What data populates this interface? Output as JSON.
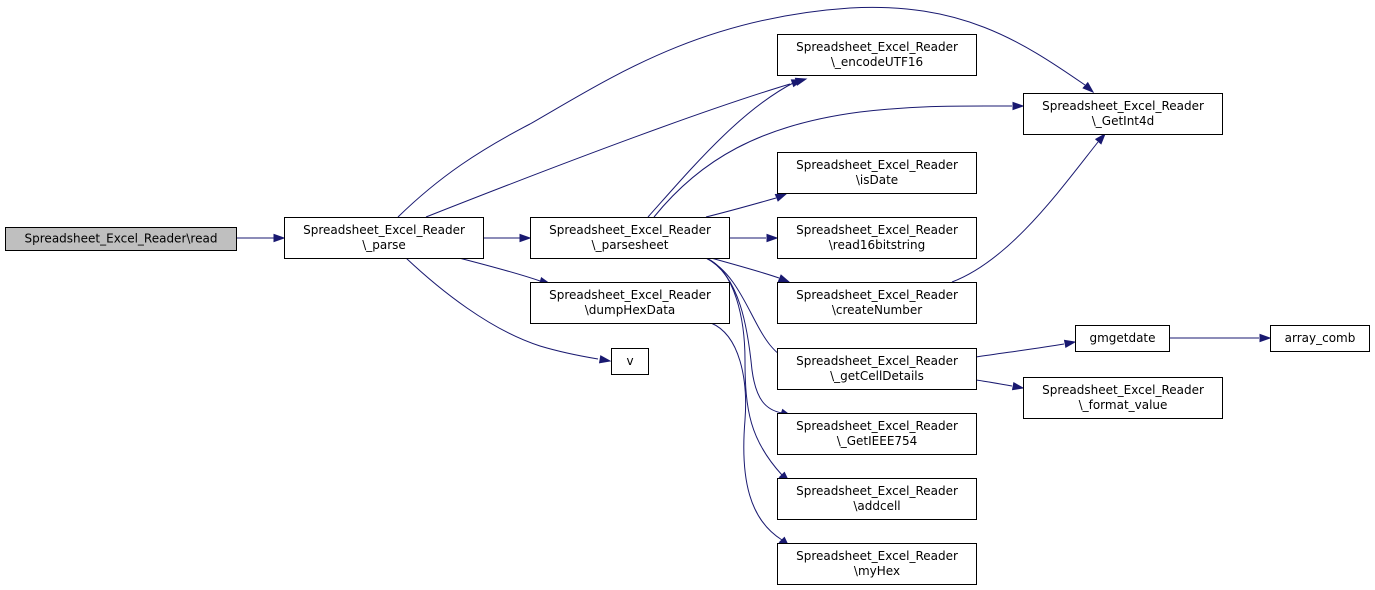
{
  "graph": {
    "type": "call-graph",
    "edge_color": "#191970",
    "root_fill": "#bfbfbf",
    "node_fill": "#ffffff",
    "nodes": [
      {
        "id": "read",
        "lines": [
          "Spreadsheet_Excel_Reader\\read"
        ],
        "root": true
      },
      {
        "id": "parse",
        "lines": [
          "Spreadsheet_Excel_Reader",
          "\\_parse"
        ]
      },
      {
        "id": "parsesheet",
        "lines": [
          "Spreadsheet_Excel_Reader",
          "\\_parsesheet"
        ]
      },
      {
        "id": "dumpHexData",
        "lines": [
          "Spreadsheet_Excel_Reader",
          "\\dumpHexData"
        ]
      },
      {
        "id": "v",
        "lines": [
          "v"
        ]
      },
      {
        "id": "encodeUTF16",
        "lines": [
          "Spreadsheet_Excel_Reader",
          "\\_encodeUTF16"
        ]
      },
      {
        "id": "GetInt4d",
        "lines": [
          "Spreadsheet_Excel_Reader",
          "\\_GetInt4d"
        ]
      },
      {
        "id": "isDate",
        "lines": [
          "Spreadsheet_Excel_Reader",
          "\\isDate"
        ]
      },
      {
        "id": "read16bitstring",
        "lines": [
          "Spreadsheet_Excel_Reader",
          "\\read16bitstring"
        ]
      },
      {
        "id": "createNumber",
        "lines": [
          "Spreadsheet_Excel_Reader",
          "\\createNumber"
        ]
      },
      {
        "id": "getCellDetails",
        "lines": [
          "Spreadsheet_Excel_Reader",
          "\\_getCellDetails"
        ]
      },
      {
        "id": "GetIEEE754",
        "lines": [
          "Spreadsheet_Excel_Reader",
          "\\_GetIEEE754"
        ]
      },
      {
        "id": "addcell",
        "lines": [
          "Spreadsheet_Excel_Reader",
          "\\addcell"
        ]
      },
      {
        "id": "myHex",
        "lines": [
          "Spreadsheet_Excel_Reader",
          "\\myHex"
        ]
      },
      {
        "id": "gmgetdate",
        "lines": [
          "gmgetdate"
        ]
      },
      {
        "id": "format_value",
        "lines": [
          "Spreadsheet_Excel_Reader",
          "\\_format_value"
        ]
      },
      {
        "id": "array_comb",
        "lines": [
          "array_comb"
        ]
      }
    ],
    "edges": [
      {
        "from": "read",
        "to": "parse"
      },
      {
        "from": "parse",
        "to": "parsesheet"
      },
      {
        "from": "parse",
        "to": "dumpHexData"
      },
      {
        "from": "parse",
        "to": "v"
      },
      {
        "from": "parse",
        "to": "encodeUTF16"
      },
      {
        "from": "parse",
        "to": "GetInt4d"
      },
      {
        "from": "parsesheet",
        "to": "encodeUTF16"
      },
      {
        "from": "parsesheet",
        "to": "GetInt4d"
      },
      {
        "from": "parsesheet",
        "to": "isDate"
      },
      {
        "from": "parsesheet",
        "to": "read16bitstring"
      },
      {
        "from": "parsesheet",
        "to": "createNumber"
      },
      {
        "from": "parsesheet",
        "to": "getCellDetails"
      },
      {
        "from": "parsesheet",
        "to": "GetIEEE754"
      },
      {
        "from": "parsesheet",
        "to": "addcell"
      },
      {
        "from": "dumpHexData",
        "to": "myHex"
      },
      {
        "from": "createNumber",
        "to": "GetInt4d"
      },
      {
        "from": "getCellDetails",
        "to": "gmgetdate"
      },
      {
        "from": "getCellDetails",
        "to": "format_value"
      },
      {
        "from": "gmgetdate",
        "to": "array_comb"
      }
    ]
  }
}
